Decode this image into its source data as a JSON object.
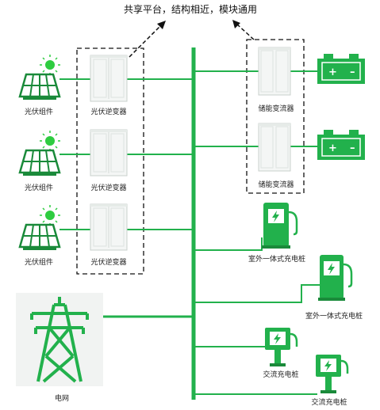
{
  "title": "共享平台，结构相近，模块通用",
  "labels": {
    "pv_module": "光伏组件",
    "pv_inverter": "光伏逆变器",
    "storage_converter": "储能变流器",
    "outdoor_charger": "室外一体式充电桩",
    "ac_charger": "交流充电桩",
    "grid": "电网"
  },
  "colors": {
    "green": "#22b14c",
    "dark_green": "#1a8a3a",
    "cabinet": "#f4f6f5",
    "sun": "#2ecc40"
  },
  "icons": [
    "sun-icon",
    "solar-panel-icon",
    "inverter-cabinet-icon",
    "battery-icon",
    "charging-pile-icon",
    "ac-charger-icon",
    "power-tower-icon",
    "lightning-icon",
    "arrow-icon"
  ]
}
